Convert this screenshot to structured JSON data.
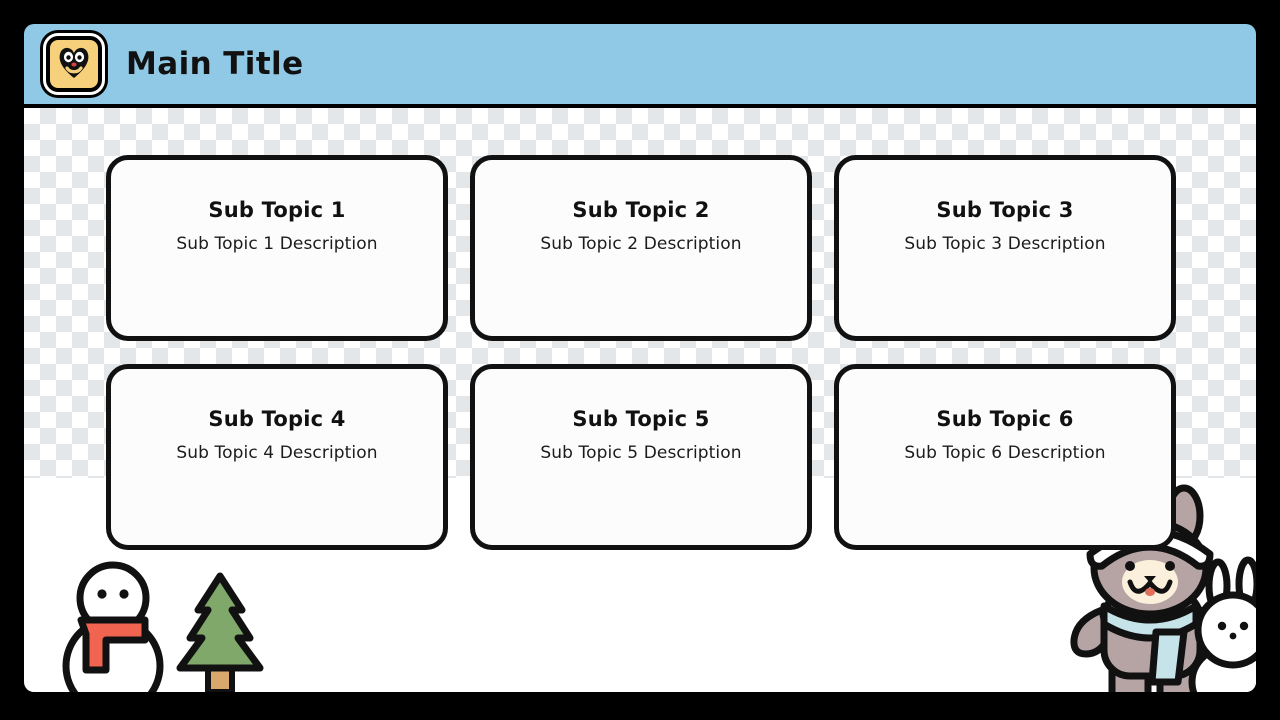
{
  "header": {
    "title": "Main Title",
    "icon_name": "bear-face-logo-icon",
    "background_color": "#90C9E6",
    "icon_background_color": "#F6D07A"
  },
  "cards": [
    {
      "title": "Sub Topic 1",
      "description": "Sub Topic 1 Description"
    },
    {
      "title": "Sub Topic 2",
      "description": "Sub Topic 2 Description"
    },
    {
      "title": "Sub Topic 3",
      "description": "Sub Topic 3 Description"
    },
    {
      "title": "Sub Topic 4",
      "description": "Sub Topic 4 Description"
    },
    {
      "title": "Sub Topic 5",
      "description": "Sub Topic 5 Description"
    },
    {
      "title": "Sub Topic 6",
      "description": "Sub Topic 6 Description"
    }
  ],
  "decorations": [
    {
      "name": "snowman-illustration",
      "scarf_color": "#F06450"
    },
    {
      "name": "christmas-tree-illustration",
      "foliage_color": "#7FA86A",
      "trunk_color": "#D9A86C"
    },
    {
      "name": "winter-bear-illustration",
      "body_color": "#B6A4A4",
      "scarf_color": "#C6E3E9"
    },
    {
      "name": "snow-bunny-illustration",
      "body_color": "#FFFFFF"
    }
  ],
  "canvas": {
    "border_color": "#000000",
    "content_background": "#FFFFFF",
    "transparency_checker_color": "#E3E7EA"
  }
}
